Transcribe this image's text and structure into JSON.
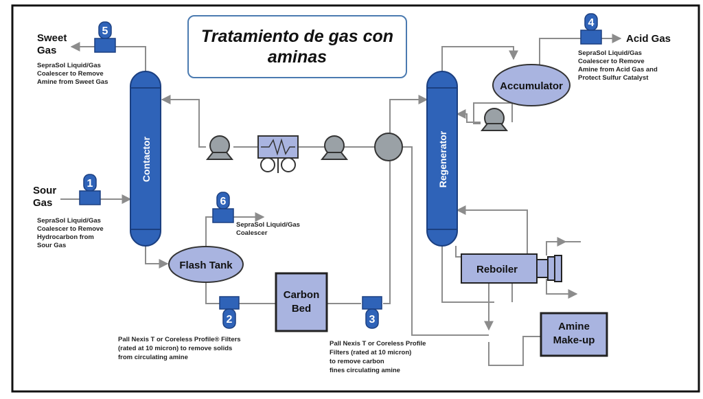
{
  "title": "Tratamiento de gas con aminas",
  "colors": {
    "vessel_dark": "#2f63b8",
    "vessel_light": "#a9b4e0",
    "pump": "#9aa1a6",
    "line": "#8c8c8c",
    "title_border": "#4a7ab0"
  },
  "streams": {
    "sweet_gas": [
      "Sweet",
      "Gas"
    ],
    "sour_gas": [
      "Sour",
      "Gas"
    ],
    "acid_gas": "Acid Gas"
  },
  "equipment": {
    "contactor": "Contactor",
    "regenerator": "Regenerator",
    "accumulator": "Accumulator",
    "flash_tank": "Flash Tank",
    "carbon_bed": [
      "Carbon",
      "Bed"
    ],
    "reboiler": "Reboiler",
    "amine_makeup": [
      "Amine",
      "Make-up"
    ]
  },
  "filters": [
    {
      "number": "1",
      "note": [
        "SepraSol Liquid/Gas",
        "Coalescer to Remove",
        "Hydrocarbon from",
        "Sour Gas"
      ]
    },
    {
      "number": "2",
      "note": [
        "Pall Nexis T or Coreless Profile® Filters",
        "(rated at 10 micron) to remove solids",
        "from circulating amine"
      ]
    },
    {
      "number": "3",
      "note": [
        "Pall Nexis T or Coreless Profile",
        "Filters (rated at 10 micron)",
        "to remove carbon",
        "fines circulating amine"
      ]
    },
    {
      "number": "4",
      "note": [
        "SepraSol Liquid/Gas",
        "Coalescer to Remove",
        "Amine from Acid Gas and",
        "Protect Sulfur Catalyst"
      ]
    },
    {
      "number": "5",
      "note": [
        "SepraSol Liquid/Gas",
        "Coalescer to Remove",
        "Amine from Sweet Gas"
      ]
    },
    {
      "number": "6",
      "note": [
        "SepraSol Liquid/Gas",
        "Coalescer"
      ]
    }
  ]
}
